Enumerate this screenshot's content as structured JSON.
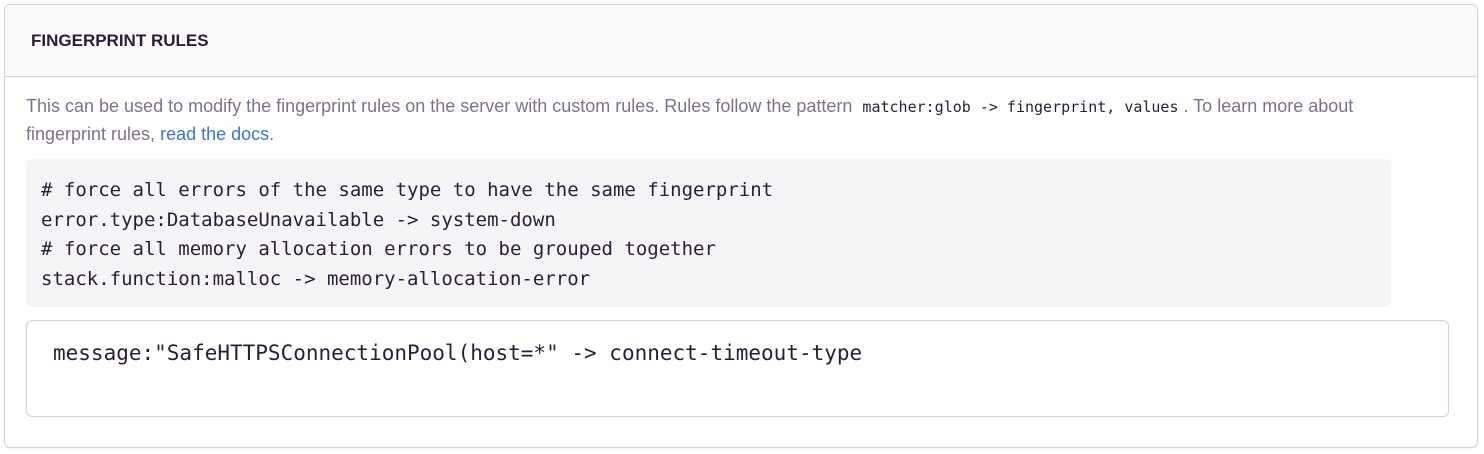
{
  "section": {
    "title": "FINGERPRINT RULES"
  },
  "help": {
    "text_before": "This can be used to modify the fingerprint rules on the server with custom rules. Rules follow the pattern",
    "pattern_code": "matcher:glob -> fingerprint, values",
    "text_middle": ". To learn more about fingerprint rules,",
    "link_text": "read the docs",
    "text_after": "."
  },
  "example": {
    "lines": [
      "# force all errors of the same type to have the same fingerprint",
      "error.type:DatabaseUnavailable -> system-down",
      "# force all memory allocation errors to be grouped together",
      "stack.function:malloc -> memory-allocation-error"
    ]
  },
  "editor": {
    "value": "message:\"SafeHTTPSConnectionPool(host=*\" -> connect-timeout-type"
  },
  "colors": {
    "text": "#2b1d38",
    "muted": "#80708f",
    "link": "#3d74db",
    "border": "#d4d1dc",
    "header_bg": "#faf9fb",
    "code_bg": "#f5f4f7"
  }
}
